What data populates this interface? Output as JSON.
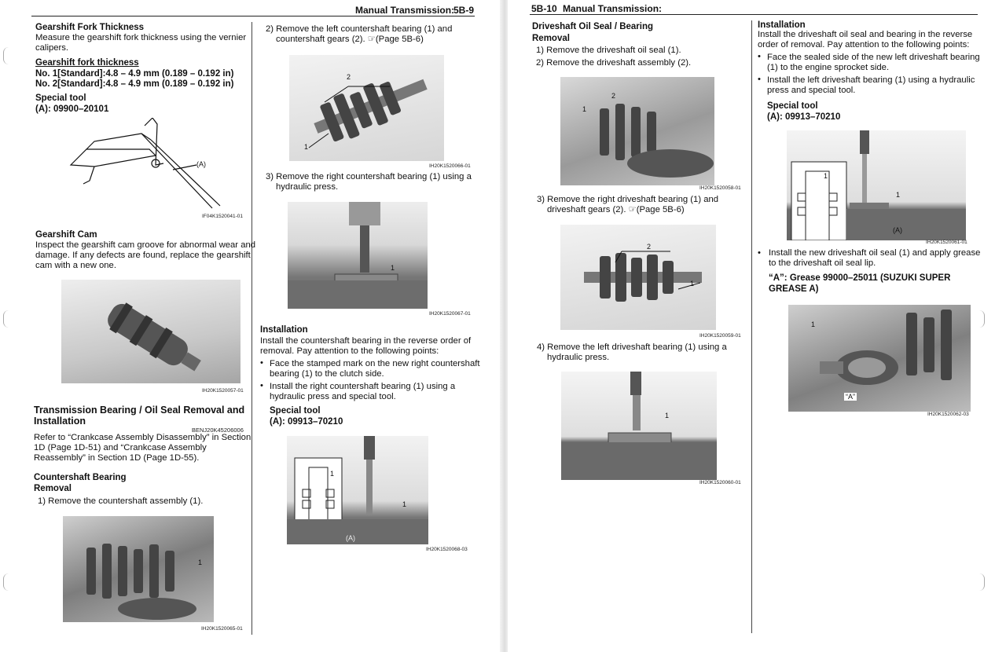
{
  "left_page": {
    "header": {
      "title": "Manual Transmission:",
      "page_no": "5B-9"
    },
    "col1": {
      "fork_title": "Gearshift Fork Thickness",
      "fork_line1": "Measure the gearshift fork thickness using the vernier",
      "fork_line2": "calipers.",
      "fork_spec_title": "Gearshift fork thickness",
      "fork_spec1": "No. 1[Standard]:4.8 – 4.9 mm (0.189 – 0.192 in)",
      "fork_spec2": "No. 2[Standard]:4.8 – 4.9 mm (0.189 – 0.192 in)",
      "special_tool": "Special tool",
      "tool_a": "(A):  09900–20101",
      "fig_caliper_label": "(A)",
      "fig_caliper_code": "IF04K1520041-01",
      "cam_title": "Gearshift Cam",
      "cam_line1": "Inspect the gearshift cam groove for abnormal wear and",
      "cam_line2": "damage. If any defects are found, replace the gearshift",
      "cam_line3": "cam with a new one.",
      "fig_cam_code": "IH20K1520057-01",
      "bearing_title1": "Transmission Bearing / Oil Seal Removal and",
      "bearing_title2": "Installation",
      "bearing_ref": "BENJ20K45206006",
      "bearing_line1": "Refer to “Crankcase Assembly Disassembly” in Section",
      "bearing_line2": "1D (Page 1D-51) and “Crankcase Assembly",
      "bearing_line3": "Reassembly” in Section 1D (Page 1D-55).",
      "countershaft_title": "Countershaft Bearing",
      "removal": "Removal",
      "step1": "1) Remove the countershaft assembly (1).",
      "fig_cs_label": "1",
      "fig_cs_code": "IH20K1520065-01"
    },
    "col2": {
      "step2_line1": "2) Remove the left countershaft bearing (1) and",
      "step2_line2": "countershaft gears (2). ☞(Page 5B-6)",
      "fig_gears_label1": "1",
      "fig_gears_label2": "2",
      "fig_gears_code": "IH20K1520066-01",
      "step3_line1": "3) Remove the right countershaft bearing (1) using a",
      "step3_line2": "hydraulic press.",
      "fig_press_label": "1",
      "fig_press_code": "IH20K1520067-01",
      "install_title": "Installation",
      "install_line1": "Install the countershaft bearing in the reverse order of",
      "install_line2": "removal. Pay attention to the following points:",
      "bullet1_line1": "Face the stamped mark on the new right countershaft",
      "bullet1_line2": "bearing (1) to the clutch side.",
      "bullet2_line1": "Install the right countershaft bearing (1) using a",
      "bullet2_line2": "hydraulic press and special tool.",
      "special_tool": "Special tool",
      "tool_a": "(A):  09913–70210",
      "fig_inst_label1": "1",
      "fig_inst_label2": "1",
      "fig_inst_label3": "(A)",
      "fig_inst_code": "IH20K1520068-03"
    }
  },
  "right_page": {
    "header": {
      "page_no": "5B-10",
      "title": "Manual Transmission:"
    },
    "col1": {
      "title": "Driveshaft Oil Seal / Bearing",
      "removal": "Removal",
      "step1": "1) Remove the driveshaft oil seal (1).",
      "step2": "2) Remove the driveshaft assembly (2).",
      "fig1_label1": "1",
      "fig1_label2": "2",
      "fig1_code": "IH20K1520058-01",
      "step3_line1": "3) Remove the right driveshaft bearing (1) and",
      "step3_line2": "driveshaft gears (2). ☞(Page 5B-6)",
      "fig2_label1": "1",
      "fig2_label2": "2",
      "fig2_code": "IH20K1520059-01",
      "step4_line1": "4) Remove the left driveshaft bearing (1) using a",
      "step4_line2": "hydraulic press.",
      "fig3_label": "1",
      "fig3_code": "IH20K1520060-01"
    },
    "col2": {
      "install_title": "Installation",
      "install_line1": "Install the driveshaft oil seal and bearing in the reverse",
      "install_line2": "order of removal. Pay attention to the following points:",
      "bullet1_line1": "Face the sealed side of the new left driveshaft bearing",
      "bullet1_line2": "(1) to the engine sprocket side.",
      "bullet2_line1": "Install the left driveshaft bearing (1) using a hydraulic",
      "bullet2_line2": "press and special tool.",
      "special_tool": "Special tool",
      "tool_a": "(A):  09913–70210",
      "fig1_label1": "1",
      "fig1_label2": "1",
      "fig1_label3": "(A)",
      "fig1_code": "IH20K1520061-01",
      "bullet3_line1": "Install the new driveshaft oil seal (1) and apply grease",
      "bullet3_line2": "to the driveshaft oil seal lip.",
      "grease_line1": "“A”:  Grease 99000–25011 (SUZUKI SUPER",
      "grease_line2": "GREASE A)",
      "fig2_label1": "1",
      "fig2_label2": "“A”",
      "fig2_code": "IH20K1520062-03"
    }
  },
  "bullet_char": "•"
}
